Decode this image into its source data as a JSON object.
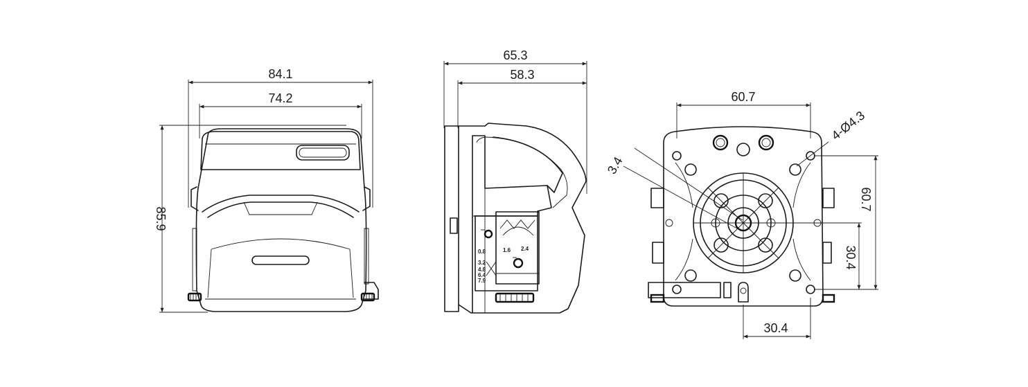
{
  "front_view": {
    "width_outer": "84.1",
    "width_inner": "74.2",
    "height": "85.9"
  },
  "side_view": {
    "depth_outer": "65.3",
    "depth_inner": "58.3",
    "tube_labels": [
      "0.8",
      "3.2",
      "4.8",
      "6.4",
      "7.9"
    ],
    "wall_labels": [
      "1.6",
      "2.4"
    ]
  },
  "mount_view": {
    "hole_spacing_width": "60.7",
    "hole_spacing_height": "60.7",
    "hole_callout": "4-Ø4.3",
    "shaft_dim": "3.4",
    "center_offset_y": "30.4",
    "center_offset_x": "30.4"
  },
  "colors": {
    "line": "#1a1a1a",
    "background": "#ffffff"
  }
}
